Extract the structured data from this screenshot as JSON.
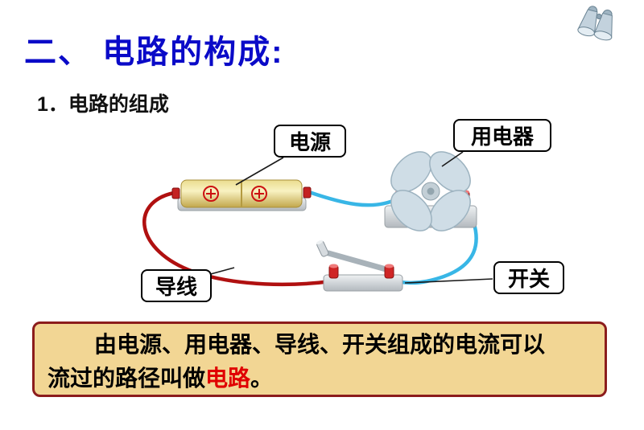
{
  "slide": {
    "title": "二、 电路的构成:",
    "subtitle": "1．电路的组成",
    "callouts": {
      "power": "电源",
      "appliance": "用电器",
      "wire": "导线",
      "switch": "开关"
    },
    "note": {
      "line1": "由电源、用电器、导线、开关组成的电流可以",
      "line2_prefix": "流过的路径叫做",
      "line2_highlight": "电路",
      "line2_suffix": "。"
    },
    "colors": {
      "title_blue": "#0a0ac8",
      "note_bg": "#f2d694",
      "note_border": "#8c1c1c",
      "highlight_red": "#e00000",
      "wire_red": "#b01010",
      "wire_blue": "#38b6e6",
      "battery_yellow": "#e8d474"
    },
    "icons": {
      "binoculars": "binoculars-icon"
    }
  }
}
